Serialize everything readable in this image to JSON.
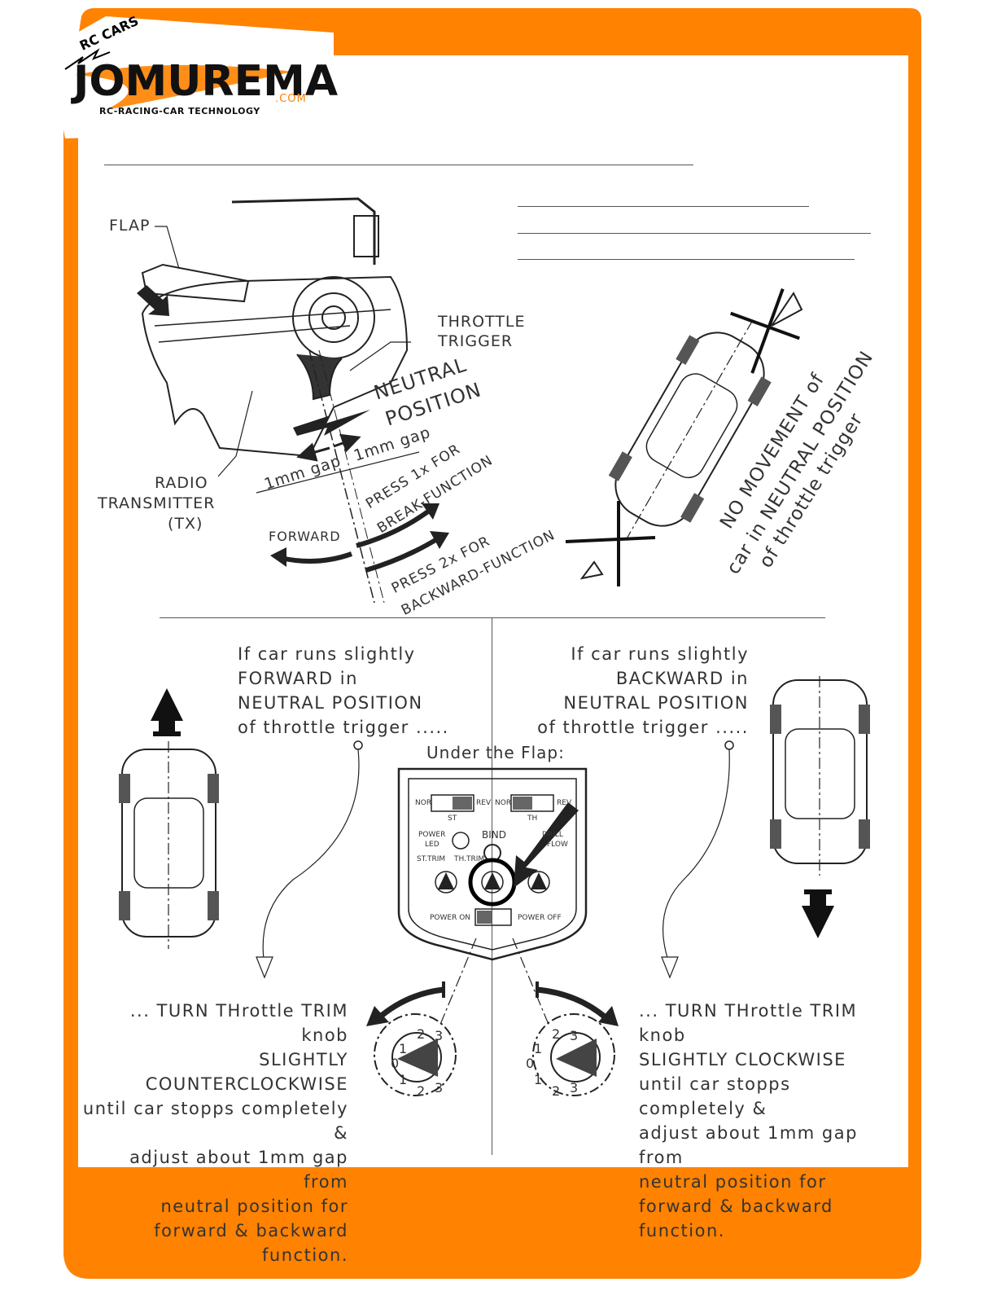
{
  "brand": {
    "badge": "RC CARS",
    "name": "JOMUREMA",
    "domain": ".COM",
    "tagline": "RC-RACING-CAR TECHNOLOGY",
    "orange": "#ff8200"
  },
  "transmitter": {
    "flap": "FLAP",
    "throttle_trigger": [
      "THROTTLE",
      "TRIGGER"
    ],
    "neutral_position": [
      "NEUTRAL",
      "POSITION"
    ],
    "gap_right": "1mm gap",
    "gap_left": "1mm gap",
    "radio_tx": [
      "RADIO",
      "TRANSMITTER",
      "(TX)"
    ],
    "forward": "FORWARD",
    "press1": [
      "PRESS 1x FOR",
      "BREAK-FUNCTION"
    ],
    "press2": [
      "PRESS 2x FOR",
      "BACKWARD-FUNCTION"
    ]
  },
  "no_movement": [
    "NO MOVEMENT of",
    "car in NEUTRAL POSITION",
    "of throttle trigger"
  ],
  "left_case": {
    "condition": [
      "If car runs slightly",
      "FORWARD in",
      "NEUTRAL POSITION",
      "of throttle trigger ....."
    ],
    "action": [
      "... TURN THrottle TRIM knob",
      "SLIGHTLY COUNTERCLOCKWISE",
      "until car stopps completely &",
      "adjust about 1mm gap from",
      "neutral position for",
      "forward & backward function."
    ]
  },
  "right_case": {
    "condition": [
      "If car runs slightly",
      "BACKWARD in",
      "NEUTRAL POSITION",
      "of throttle trigger ....."
    ],
    "action": [
      "... TURN THrottle TRIM knob",
      "SLIGHTLY CLOCKWISE",
      "until car stopps completely &",
      "adjust about 1mm gap from",
      "neutral position for",
      "forward & backward function."
    ]
  },
  "flap_panel": {
    "title": "Under the Flap:",
    "nor1": "NOR",
    "rev1": "REV",
    "st": "ST",
    "nor2": "NOR",
    "rev2": "REV",
    "th": "TH",
    "power_led": [
      "POWER",
      "LED"
    ],
    "bind": "BIND",
    "drill": [
      "DRILL",
      "FLOW"
    ],
    "st_trim": "ST.TRIM",
    "th_trim": "TH.TRIM",
    "power_on": "POWER ON",
    "power_off": "POWER OFF"
  },
  "dial_digits": [
    "1",
    "2",
    "3",
    "0",
    "1",
    "2",
    "3"
  ]
}
